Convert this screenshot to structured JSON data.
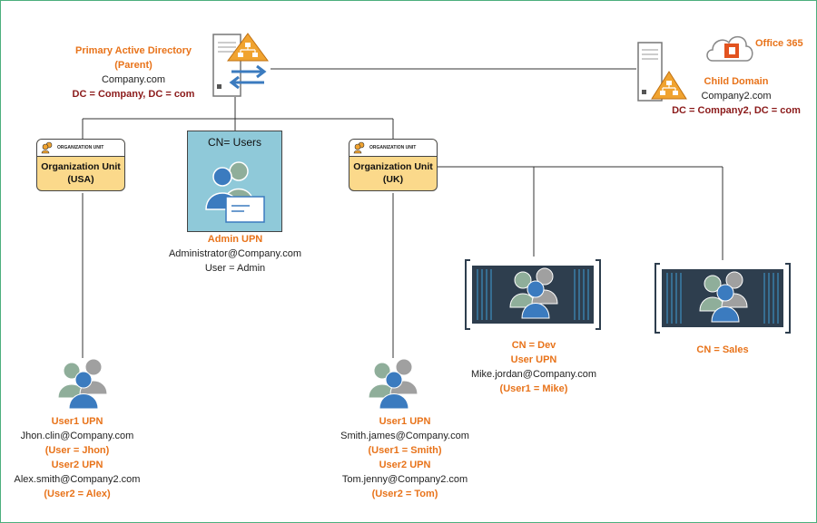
{
  "primary": {
    "title": "Primary Active Directory",
    "subtitle": "(Parent)",
    "domain": "Company.com",
    "dc": "DC = Company, DC = com"
  },
  "child": {
    "office": "Office 365",
    "title": "Child Domain",
    "domain": "Company2.com",
    "dc": "DC = Company2, DC = com"
  },
  "ou_usa": {
    "header": "ORGANIZATION UNIT",
    "name1": "Organization Unit",
    "name2": "(USA)"
  },
  "ou_uk": {
    "header": "ORGANIZATION UNIT",
    "name1": "Organization Unit",
    "name2": "(UK)"
  },
  "cn_users": {
    "label": "CN= Users",
    "upn_label": "Admin UPN",
    "upn": "Administrator@Company.com",
    "user": "User = Admin"
  },
  "cn_dev": {
    "label": "CN = Dev",
    "upn_label": "User UPN",
    "upn": "Mike.jordan@Company.com",
    "user": "(User1 = Mike)"
  },
  "cn_sales": {
    "label": "CN = Sales"
  },
  "usa_users": {
    "u1_label": "User1 UPN",
    "u1_upn": "Jhon.clin@Company.com",
    "u1_user": "(User = Jhon)",
    "u2_label": "User2 UPN",
    "u2_upn": "Alex.smith@Company2.com",
    "u2_user": "(User2 = Alex)"
  },
  "uk_users": {
    "u1_label": "User1 UPN",
    "u1_upn": "Smith.james@Company.com",
    "u1_user": "(User1 = Smith)",
    "u2_label": "User2 UPN",
    "u2_upn": "Tom.jenny@Company2.com",
    "u2_user": "(User2 = Tom)"
  },
  "colors": {
    "orange": "#e8731a",
    "darkred": "#8b1a1a",
    "ou_fill": "#fbd98b",
    "cn_fill": "#8fc9d9",
    "panel": "#2e3e4e"
  },
  "icons": [
    "server-icon",
    "sync-arrows-icon",
    "hierarchy-icon",
    "cloud-icon",
    "office-icon",
    "users-group-icon",
    "envelope-icon"
  ]
}
